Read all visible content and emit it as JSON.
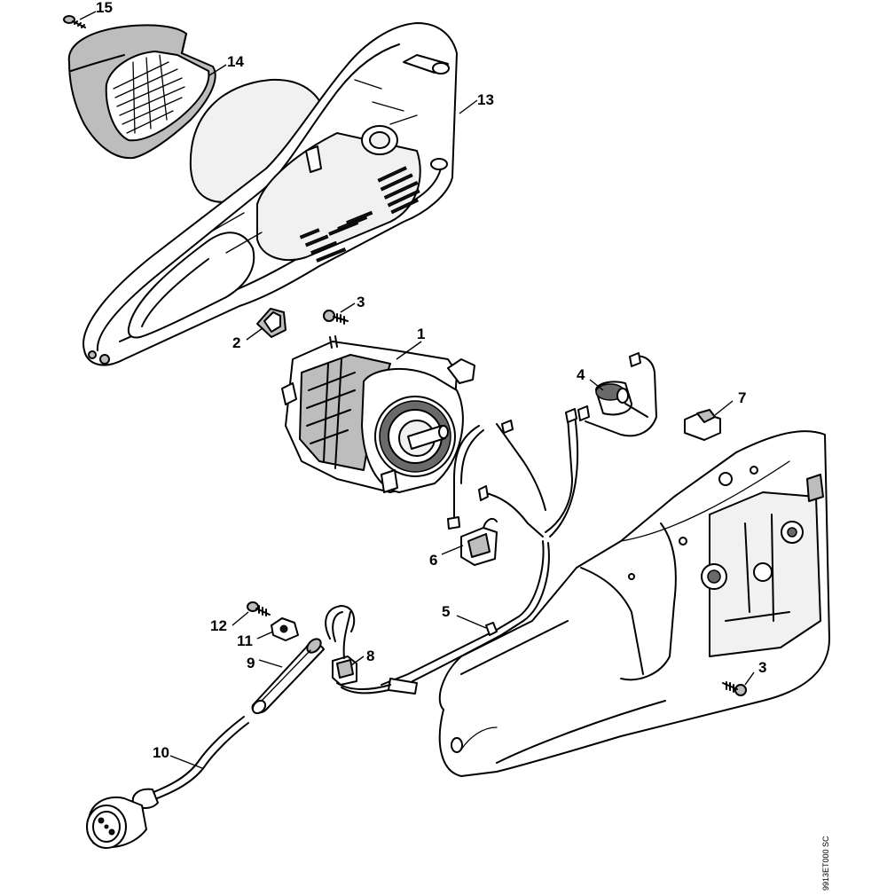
{
  "callouts": {
    "c1": "1",
    "c2": "2",
    "c3a": "3",
    "c3b": "3",
    "c4": "4",
    "c5": "5",
    "c6": "6",
    "c7": "7",
    "c8": "8",
    "c9": "9",
    "c10": "10",
    "c11": "11",
    "c12": "12",
    "c13": "13",
    "c14": "14",
    "c15": "15"
  },
  "doc_ref": "9913ET000 SC"
}
